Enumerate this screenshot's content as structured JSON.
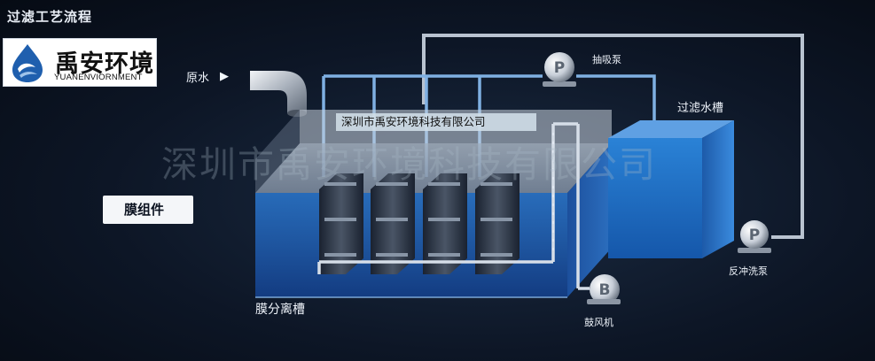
{
  "header": {
    "title": "过滤工艺流程"
  },
  "logo": {
    "name_cn": "禹安环境",
    "name_en": "YUANENVIORNMENT"
  },
  "labels": {
    "raw_water": "原水",
    "raw_water_arrow": "▶",
    "suction_pump": "抽吸泵",
    "filter_tank": "过滤水槽",
    "company": "深圳市禹安环境科技有限公司",
    "watermark": "深圳市禹安环境科技有限公司",
    "membrane_module": "膜组件",
    "separation_tank": "膜分离槽",
    "blower": "鼓风机",
    "backwash_pump": "反冲洗泵"
  },
  "pump_symbols": {
    "pump": "P",
    "blower": "B"
  },
  "colors": {
    "water": "#1f63b8",
    "water_light": "#3c86d6",
    "pipe": "#bcc6d3",
    "pipe_blue": "#6fa9e0",
    "background": "#0d1626"
  }
}
